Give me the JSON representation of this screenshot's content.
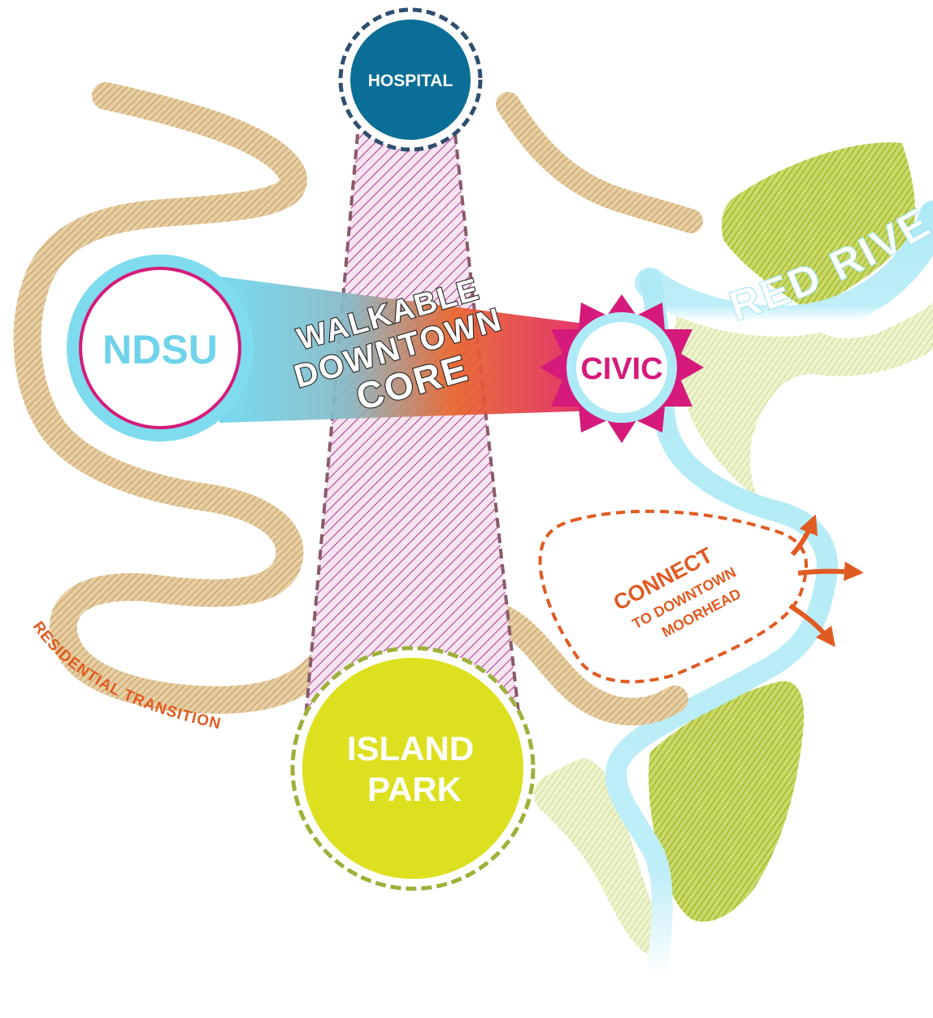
{
  "nodes": {
    "hospital": "HOSPITAL",
    "ndsu": "NDSU",
    "civic": "CIVIC",
    "island_park_line1": "ISLAND",
    "island_park_line2": "PARK"
  },
  "core": {
    "line1": "WALKABLE",
    "line2": "DOWNTOWN",
    "line3": "CORE"
  },
  "labels": {
    "river": "RED RIVER",
    "residential": "RESIDENTIAL TRANSITION",
    "connect": "CONNECT",
    "connect_sub1": "TO DOWNTOWN",
    "connect_sub2": "MOORHEAD"
  },
  "colors": {
    "hospital": "#0b6e96",
    "ndsu_ring": "#7fdcee",
    "ndsu_text": "#6fd3ea",
    "civic": "#d51a7b",
    "island_park": "#dde01f",
    "river": "#aeeaf5",
    "tan_band": "#d2ae75",
    "green_land": "#a9c21c",
    "orange": "#e05b22",
    "magenta_hatch": "#b0358e"
  }
}
